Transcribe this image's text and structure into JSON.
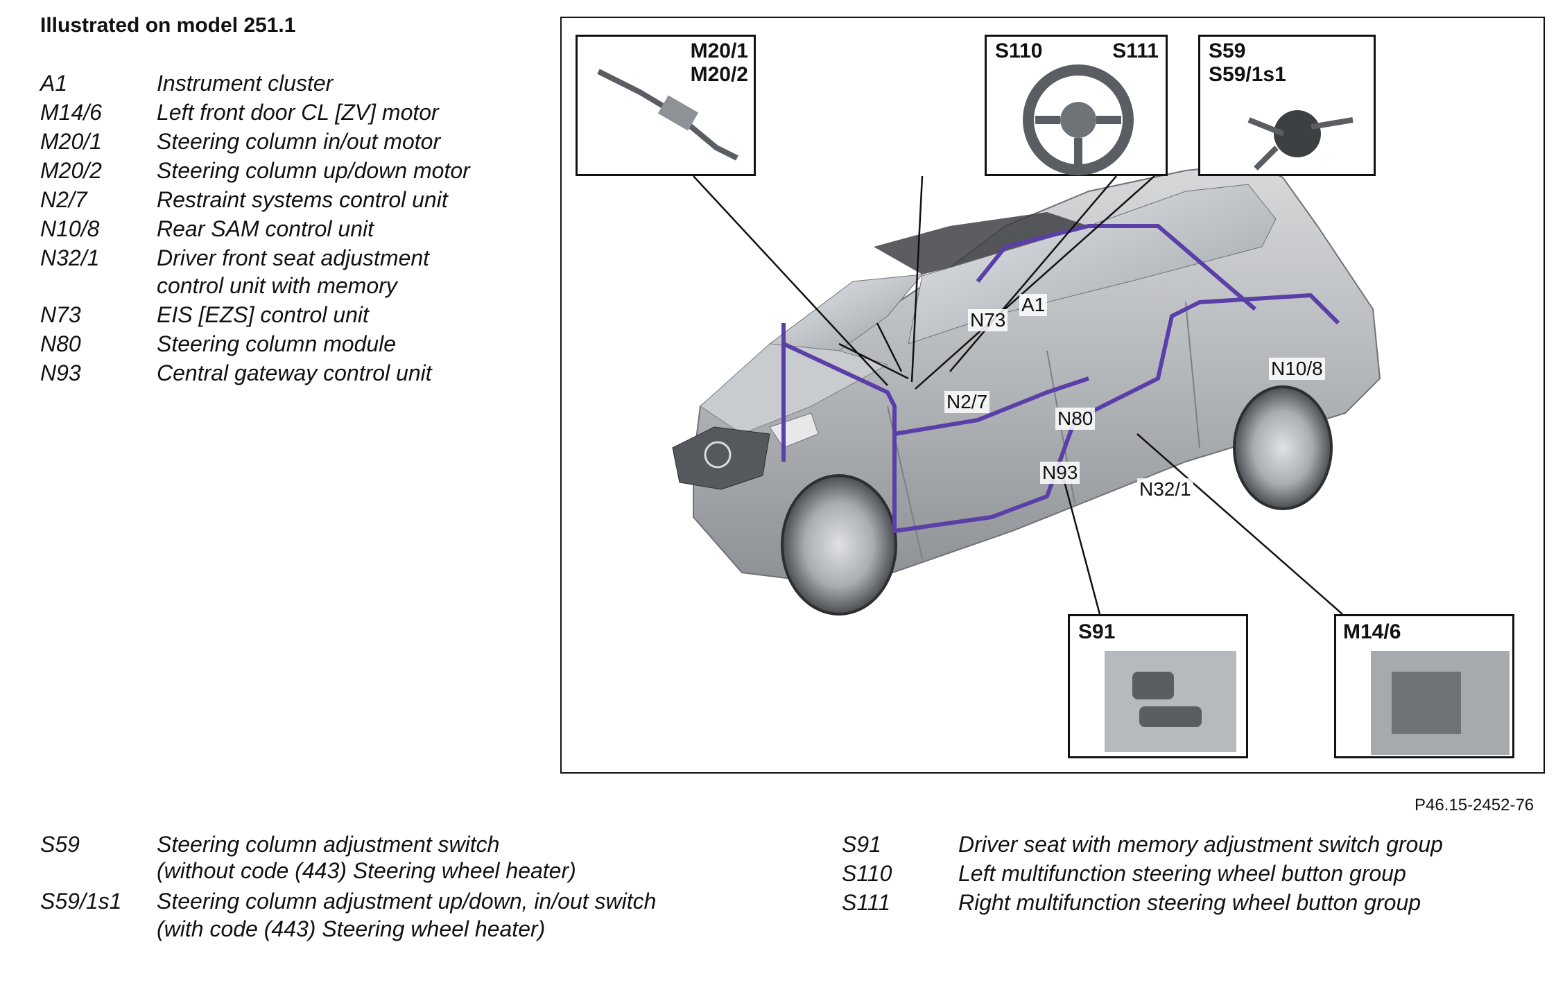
{
  "title": "Illustrated on model 251.1",
  "legend_top": [
    {
      "code": "A1",
      "desc": "Instrument cluster"
    },
    {
      "code": "M14/6",
      "desc": "Left front door CL [ZV] motor"
    },
    {
      "code": "M20/1",
      "desc": "Steering column in/out motor"
    },
    {
      "code": "M20/2",
      "desc": "Steering column up/down motor"
    },
    {
      "code": "N2/7",
      "desc": "Restraint systems control unit"
    },
    {
      "code": "N10/8",
      "desc": "Rear SAM control unit"
    },
    {
      "code": "N32/1",
      "desc": "Driver front seat adjustment",
      "desc2": "control unit with memory"
    },
    {
      "code": "N73",
      "desc": "EIS [EZS] control unit"
    },
    {
      "code": "N80",
      "desc": "Steering column module"
    },
    {
      "code": "N93",
      "desc": "Central gateway control unit"
    }
  ],
  "legend_bottom_left": [
    {
      "code": "S59",
      "desc": "Steering column adjustment switch",
      "desc2": "(without code (443) Steering wheel heater)"
    },
    {
      "code": "S59/1s1",
      "desc": "Steering column adjustment up/down, in/out switch",
      "desc2": "(with code (443) Steering wheel heater)"
    }
  ],
  "legend_bottom_right": [
    {
      "code": "S91",
      "desc": "Driver seat with memory adjustment switch group"
    },
    {
      "code": "S110",
      "desc": "Left multifunction steering wheel button group"
    },
    {
      "code": "S111",
      "desc": "Right multifunction steering wheel button group"
    }
  ],
  "figure_ref": "P46.15-2452-76",
  "insets": {
    "m20": {
      "line1": "M20/1",
      "line2": "M20/2"
    },
    "s110": "S110",
    "s111": "S111",
    "s59": {
      "line1": "S59",
      "line2": "S59/1s1"
    },
    "s91": "S91",
    "m146": "M14/6"
  },
  "callouts": {
    "n73": "N73",
    "a1": "A1",
    "n27": "N2/7",
    "n80": "N80",
    "n93": "N93",
    "n321": "N32/1",
    "n108": "N10/8"
  },
  "colors": {
    "wiring": "#5b3fa8",
    "car_body": "#b9bcbf",
    "frame": "#111111"
  }
}
